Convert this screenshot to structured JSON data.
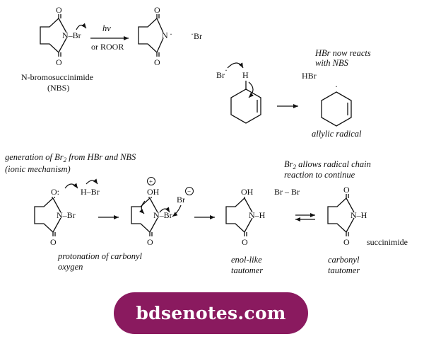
{
  "colors": {
    "banner": "#8a1a5f",
    "ink": "#111111"
  },
  "top": {
    "reagent_hv": "hν",
    "reagent_roor": "or ROOR",
    "nbs_name": "N-bromosuccinimide",
    "nbs_abbr": "(NBS)"
  },
  "radical_step": {
    "note_line1": "HBr now reacts",
    "note_line2": "with NBS",
    "hbr": "HBr",
    "caption": "allylic radical"
  },
  "ionic": {
    "title_line1": "generation of Br",
    "title_sub": "2",
    "title_rest": " from HBr and NBS",
    "title_line2": "(ionic mechanism)",
    "protonation_line1": "protonation of carbonyl",
    "protonation_line2": "oxygen",
    "enol_line1": "enol-like",
    "enol_line2": "tautomer",
    "carbonyl_line1": "carbonyl",
    "carbonyl_line2": "tautomer",
    "chain_line1_a": "Br",
    "chain_line1_sub": "2",
    "chain_line1_b": " allows radical chain",
    "chain_line2": "reaction to continue",
    "succinimide": "succinimide"
  },
  "atoms": {
    "O": "O",
    "N": "N",
    "Br": "Br",
    "H": "H",
    "OH": "OH",
    "NH": "N–H",
    "NBr": "N–Br",
    "OH_colon": "O:",
    "HBr_bond": "H–Br",
    "BrBr": "Br – Br",
    "dot": "·",
    "plus": "+",
    "minus": "−"
  },
  "footer": {
    "site": "bdsenotes.com"
  }
}
